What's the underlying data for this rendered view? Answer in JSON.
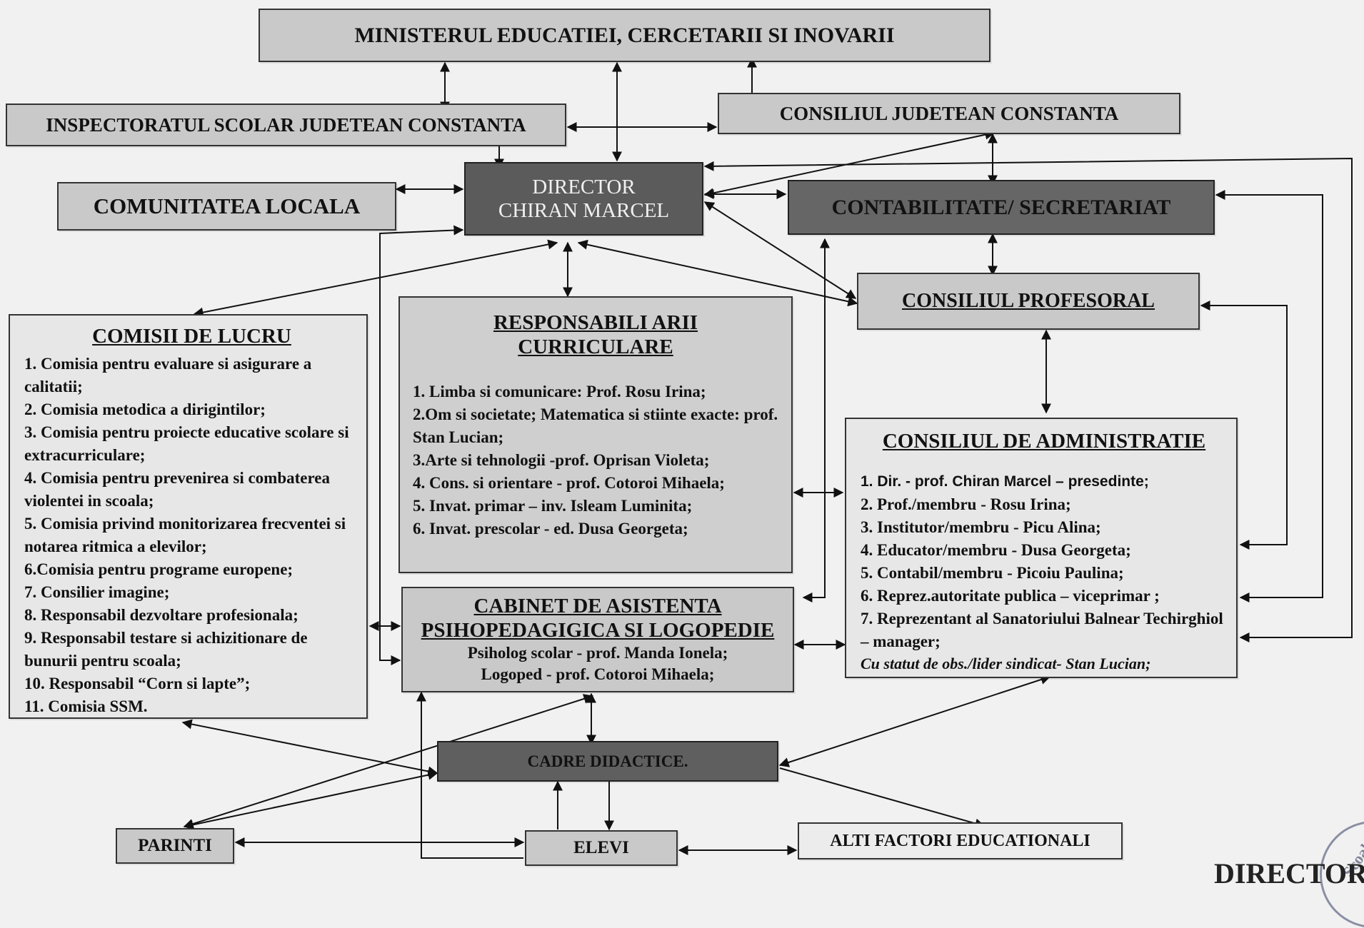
{
  "ministry": "MINISTERUL EDUCATIEI, CERCETARII SI INOVARII",
  "inspectorate": "INSPECTORATUL SCOLAR JUDETEAN CONSTANTA",
  "county_council": "CONSILIUL JUDETEAN CONSTANTA",
  "community": "COMUNITATEA LOCALA",
  "director": {
    "line1": "DIRECTOR",
    "line2": "CHIRAN MARCEL"
  },
  "accounting": "CONTABILITATE/ SECRETARIAT",
  "teachers_council": "CONSILIUL PROFESORAL",
  "commissions": {
    "title": "COMISII DE LUCRU",
    "items": [
      "1. Comisia pentru evaluare si asigurare a calitatii;",
      "2. Comisia metodica a dirigintilor;",
      "3. Comisia pentru proiecte educative scolare si extracurriculare;",
      "4. Comisia pentru prevenirea si combaterea violentei in scoala;",
      "5. Comisia privind monitorizarea frecventei si notarea ritmica a elevilor;",
      "6.Comisia pentru programe europene;",
      "7. Consilier imagine;",
      "8. Responsabil dezvoltare profesionala;",
      "9. Responsabil testare si achizitionare de bunurii pentru scoala;",
      "10. Responsabil “Corn si lapte”;",
      "11. Comisia SSM."
    ]
  },
  "curricular": {
    "title_line1": "RESPONSABILI ARII",
    "title_line2": "CURRICULARE",
    "items": [
      "1. Limba si comunicare: Prof. Rosu Irina;",
      "2.Om si societate; Matematica si stiinte exacte: prof. Stan Lucian;",
      "3.Arte si tehnologii -prof. Oprisan Violeta;",
      "4. Cons. si orientare - prof. Cotoroi Mihaela;",
      "5. Invat. primar – inv. Isleam Luminita;",
      "6. Invat. prescolar - ed. Dusa Georgeta;"
    ]
  },
  "cabinet": {
    "title_line1": "CABINET DE ASISTENTA",
    "title_line2": "PSIHOPEDAGIGICA SI LOGOPEDIE",
    "line1": "Psiholog scolar - prof. Manda Ionela;",
    "line2": "Logoped - prof. Cotoroi Mihaela;"
  },
  "admin_council": {
    "title": "CONSILIUL DE ADMINISTRATIE",
    "items": [
      "1. Dir. - prof. Chiran Marcel – presedinte;",
      "2. Prof./membru - Rosu Irina;",
      "3. Institutor/membru - Picu Alina;",
      "4. Educator/membru - Dusa Georgeta;",
      "5. Contabil/membru - Picoiu Paulina;",
      "6. Reprez.autoritate publica – viceprimar ;",
      "7. Reprezentant al Sanatoriului Balnear Techirghiol – manager;"
    ],
    "note": "Cu statut de obs./lider sindicat- Stan Lucian;"
  },
  "teachers": "CADRE DIDACTICE.",
  "parents": "PARINTI",
  "students": "ELEVI",
  "other_factors": "ALTI FACTORI EDUCATIONALI",
  "stamp_text": "Scoala S",
  "cut_text": "DIRECTOR"
}
